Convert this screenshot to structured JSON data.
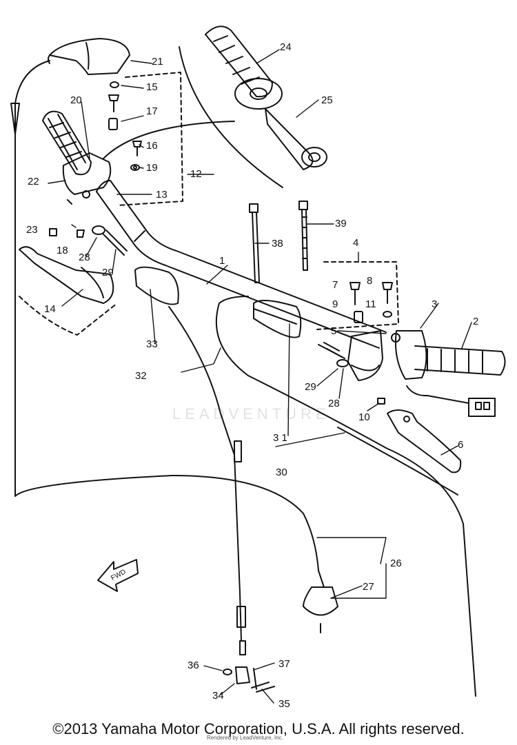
{
  "callouts": [
    {
      "id": "1",
      "label": "1"
    },
    {
      "id": "2",
      "label": "2"
    },
    {
      "id": "3",
      "label": "3"
    },
    {
      "id": "4",
      "label": "4"
    },
    {
      "id": "5",
      "label": "5"
    },
    {
      "id": "6",
      "label": "6"
    },
    {
      "id": "7",
      "label": "7"
    },
    {
      "id": "8",
      "label": "8"
    },
    {
      "id": "9",
      "label": "9"
    },
    {
      "id": "10",
      "label": "10"
    },
    {
      "id": "11",
      "label": "11"
    },
    {
      "id": "12",
      "label": "12"
    },
    {
      "id": "13",
      "label": "13"
    },
    {
      "id": "14",
      "label": "14"
    },
    {
      "id": "15",
      "label": "15"
    },
    {
      "id": "16",
      "label": "16"
    },
    {
      "id": "17",
      "label": "17"
    },
    {
      "id": "18",
      "label": "18"
    },
    {
      "id": "19",
      "label": "19"
    },
    {
      "id": "20",
      "label": "20"
    },
    {
      "id": "21",
      "label": "21"
    },
    {
      "id": "22",
      "label": "22"
    },
    {
      "id": "23",
      "label": "23"
    },
    {
      "id": "24",
      "label": "24"
    },
    {
      "id": "25",
      "label": "25"
    },
    {
      "id": "26",
      "label": "26"
    },
    {
      "id": "27",
      "label": "27"
    },
    {
      "id": "28a",
      "label": "28"
    },
    {
      "id": "28b",
      "label": "28"
    },
    {
      "id": "29a",
      "label": "29"
    },
    {
      "id": "29b",
      "label": "29"
    },
    {
      "id": "30",
      "label": "30"
    },
    {
      "id": "31",
      "label": "3 1"
    },
    {
      "id": "32",
      "label": "32"
    },
    {
      "id": "33",
      "label": "33"
    },
    {
      "id": "34",
      "label": "34"
    },
    {
      "id": "35",
      "label": "35"
    },
    {
      "id": "36",
      "label": "36"
    },
    {
      "id": "37",
      "label": "37"
    },
    {
      "id": "38",
      "label": "38"
    },
    {
      "id": "39",
      "label": "39"
    }
  ],
  "fwd_label": "FWD",
  "watermark": "LEADVENTURE",
  "footer": "©2013 Yamaha Motor Corporation, U.S.A. All rights reserved.",
  "rendered_by": "Rendered by LeadVenture, Inc."
}
